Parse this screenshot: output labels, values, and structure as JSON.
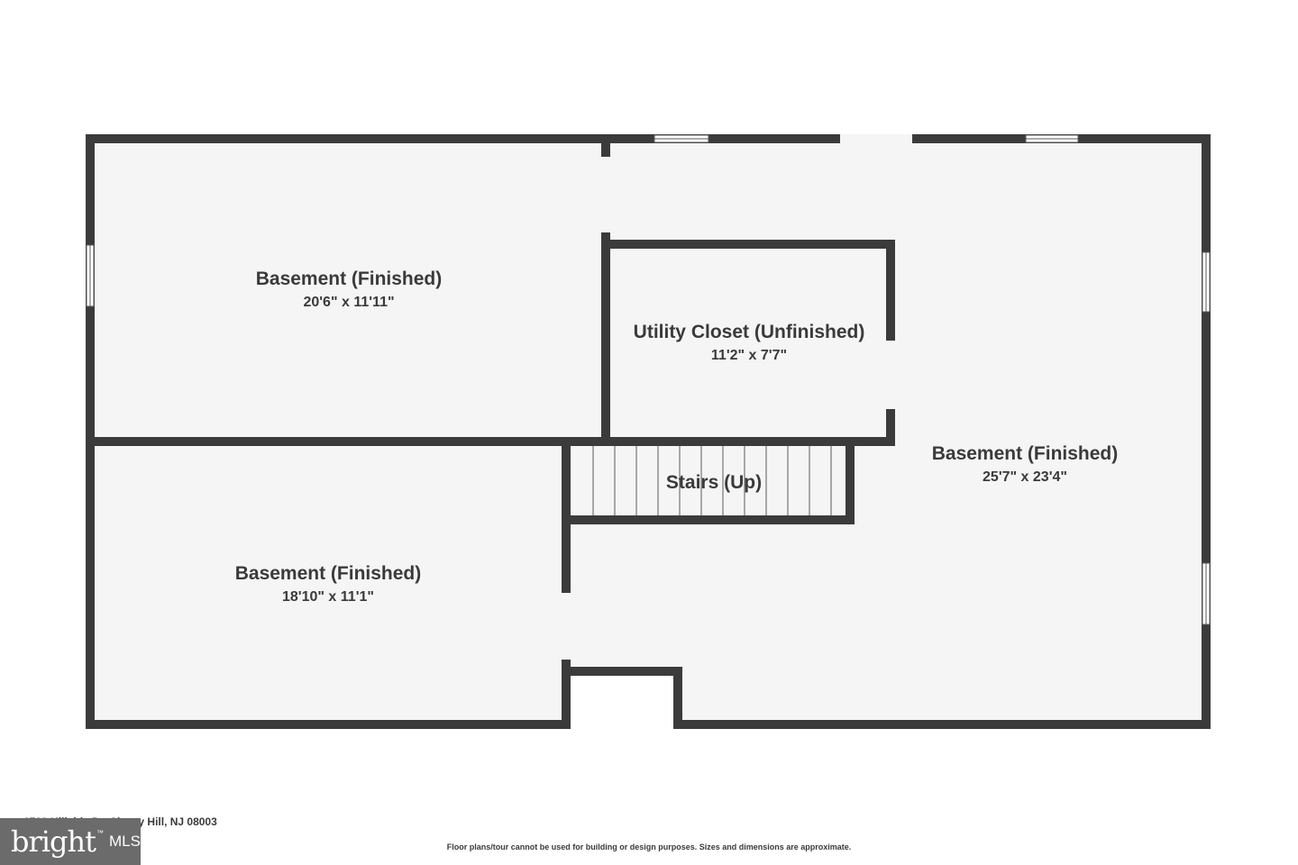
{
  "rooms": {
    "basement_top_left": {
      "name": "Basement (Finished)",
      "dims": "20'6\" x 11'11\""
    },
    "utility_closet": {
      "name": "Utility Closet (Unfinished)",
      "dims": "11'2\" x 7'7\""
    },
    "basement_right": {
      "name": "Basement (Finished)",
      "dims": "25'7\" x 23'4\""
    },
    "stairs": {
      "name": "Stairs (Up)"
    },
    "basement_bottom_left": {
      "name": "Basement (Finished)",
      "dims": "18'10\" x 11'1\""
    }
  },
  "footer": {
    "address": "1700 Hillside Dr, Cherry Hill, NJ 08003",
    "disclaimer": "Floor plans/tour cannot be used for building or design purposes. Sizes and dimensions are approximate."
  },
  "logo": {
    "word": "bright",
    "tm": "™",
    "mls": "MLS"
  },
  "colors": {
    "wall": "#3b3b3b",
    "floor": "#f5f5f5",
    "window": "#ffffff",
    "text": "#3a3a3a"
  }
}
